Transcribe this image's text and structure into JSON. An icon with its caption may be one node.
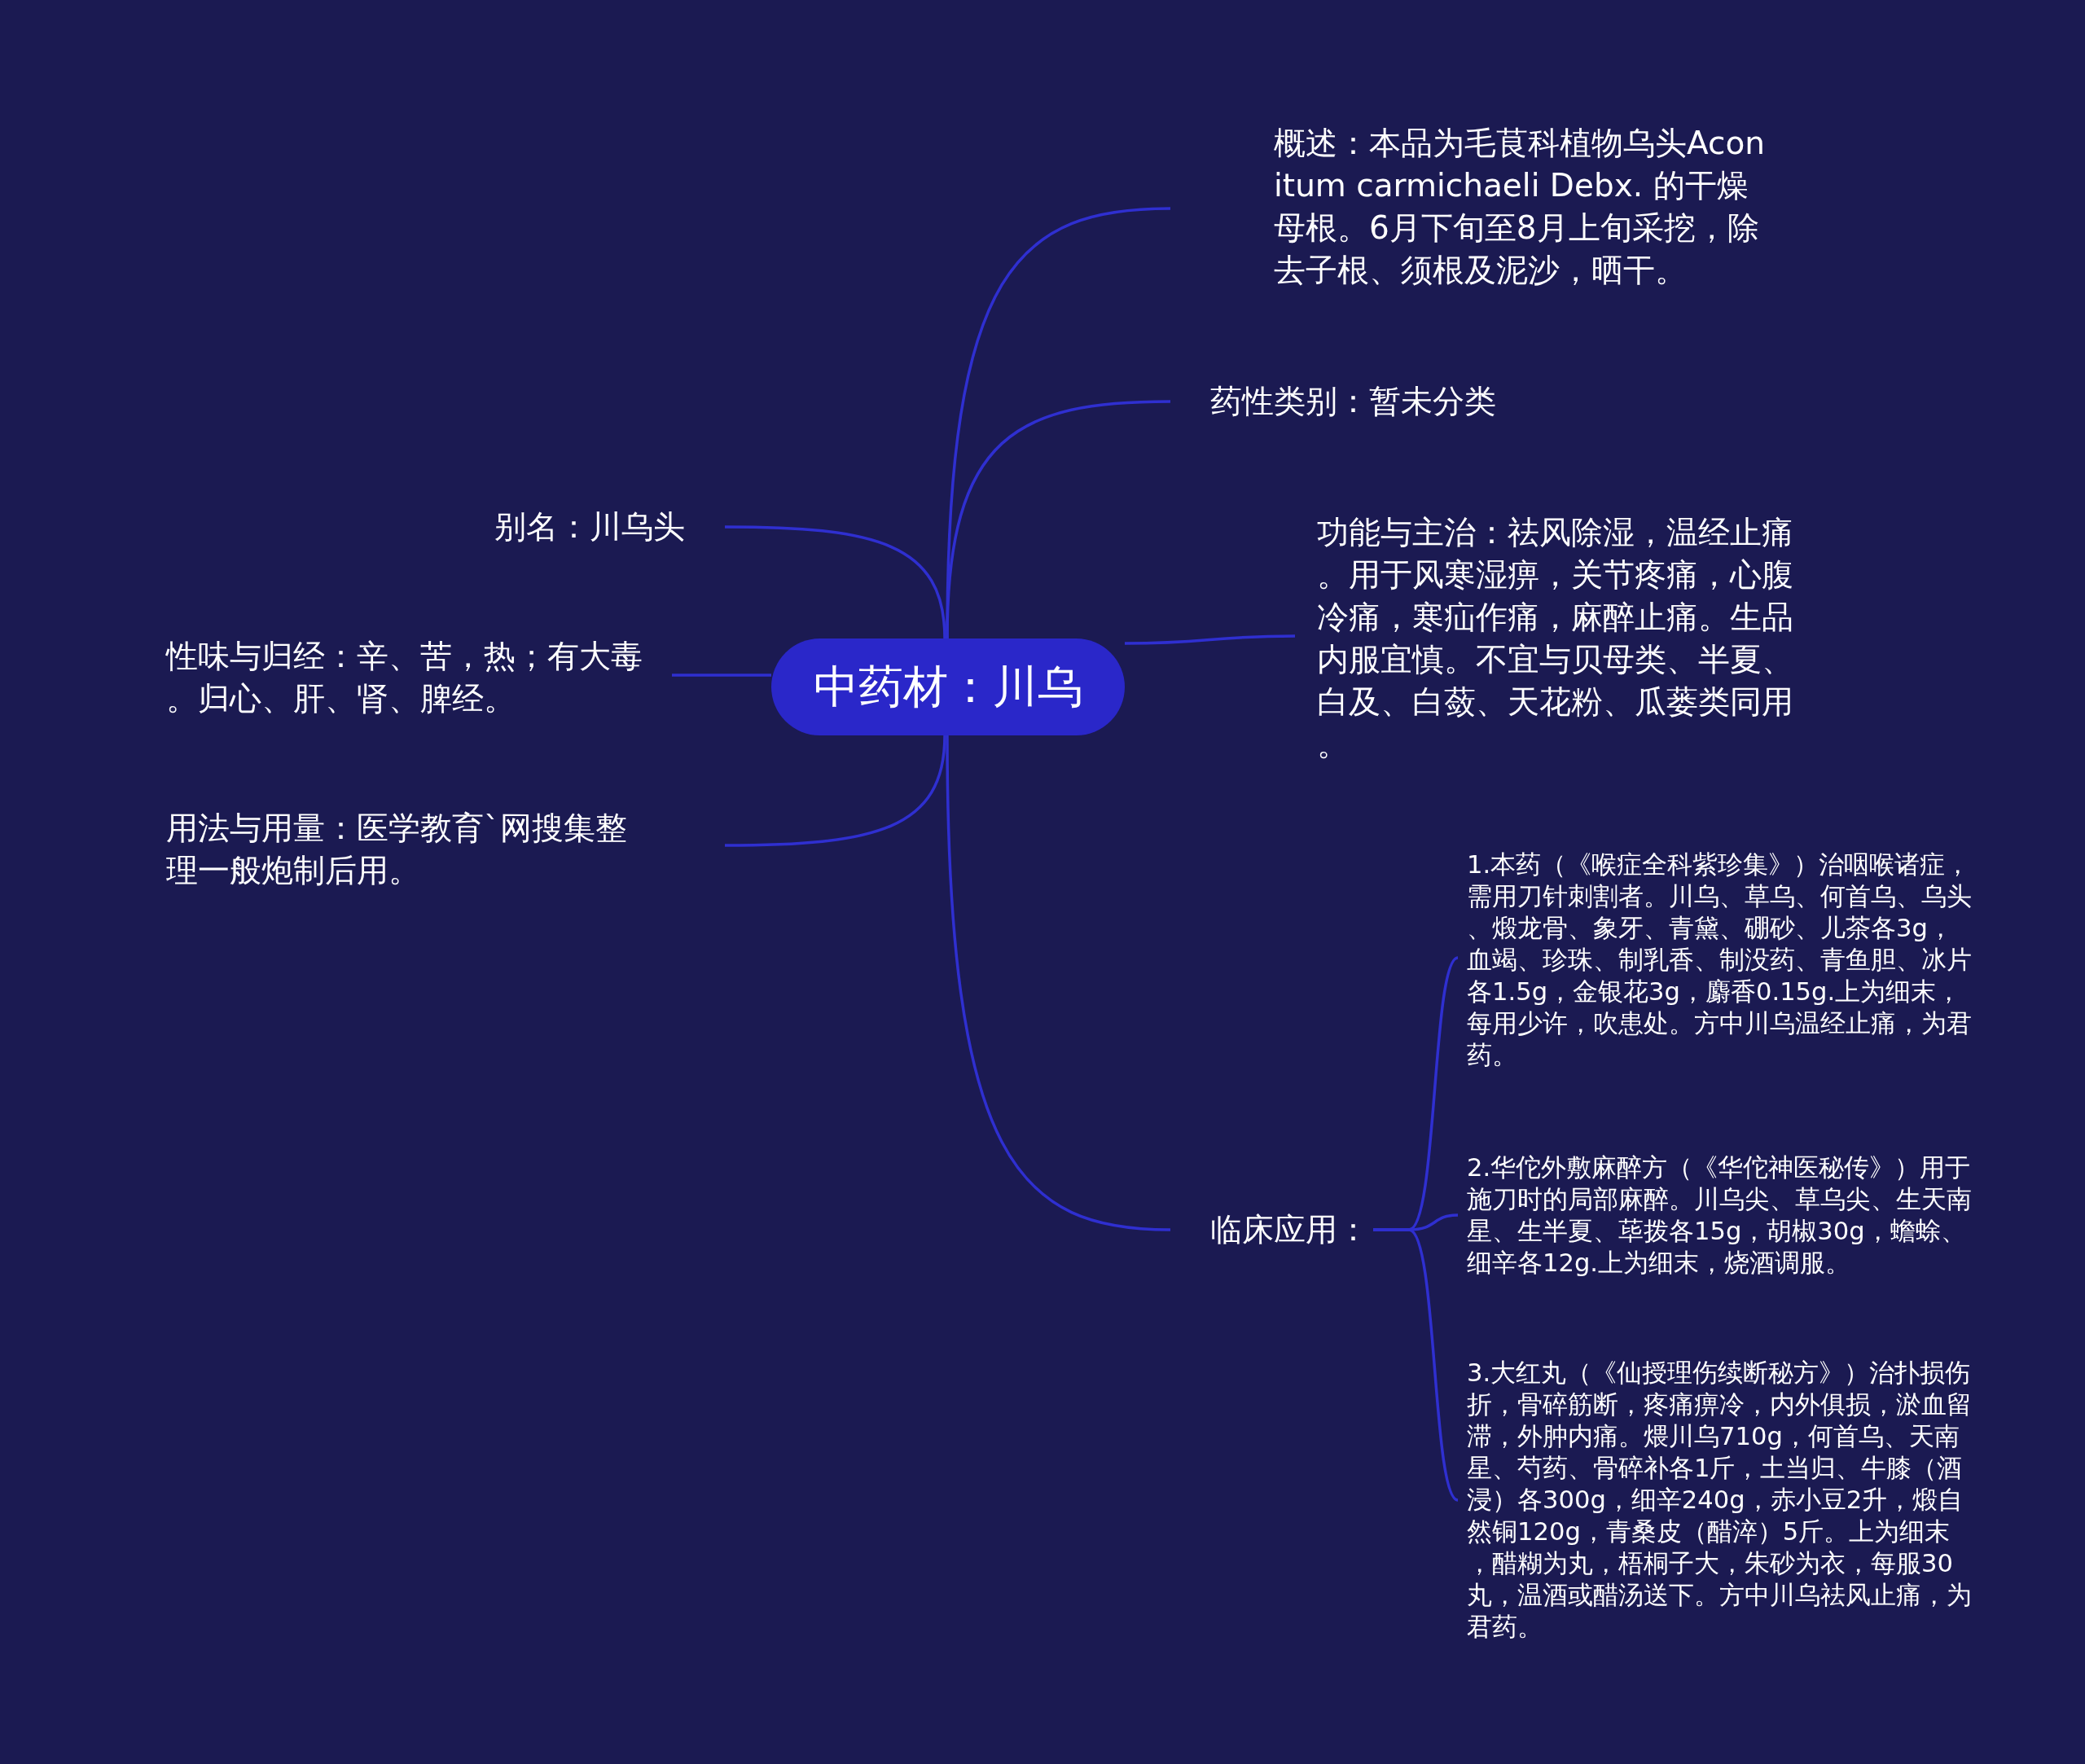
{
  "diagram": {
    "nodes": [
      {
        "text": [
          "中药材：川乌"
        ]
      },
      {
        "text": [
          "概述：本品为毛茛科植物乌头Aconitum carmichaeli Debx. 的干燥母根。6月下旬至8月上旬采挖，除去子根、须根及泥沙，晒干。"
        ]
      },
      {
        "text": [
          "药性类别：暂未分类"
        ]
      },
      {
        "text": [
          "功能与主治：祛风除湿，温经止痛。用于风寒湿痹，关节疼痛，心腹冷痛，寒疝作痛，麻醉止痛。生品内服宜慎。不宜与贝母类、半夏、白及、白蔹、天花粉、瓜蒌类同用。"
        ]
      },
      {
        "text": [
          "临床应用："
        ]
      },
      {
        "text": [
          "1.本药（《喉症全科紫珍集》）治咽喉诸症，需用刀针刺割者。川乌、草乌、何首乌、乌头、煅龙骨、象牙、青黛、硼砂、儿茶各3g，血竭、珍珠、制乳香、制没药、青鱼胆、冰片各1.5g，金银花3g，麝香0.15g.上为细末，每用少许，吹患处。方中川乌温经止痛，为君药。"
        ]
      },
      {
        "text": [
          "2.华佗外敷麻醉方（《华佗神医秘传》）用于施刀时的局部麻醉。川乌尖、草乌尖、生天南星、生半夏、荜拨各15g，胡椒30g，蟾蜍、细辛各12g.上为细末，烧酒调服。"
        ]
      },
      {
        "text": [
          "3.大红丸（《仙授理伤续断秘方》）治扑损伤折，骨碎筋断，疼痛痹冷，内外俱损，淤血留滞，外肿内痛。煨川乌710g，何首乌、天南星、芍药、骨碎补各1斤，土当归、牛膝（酒浸）各300g，细辛240g，赤小豆2升，煅自然铜120g，青桑皮（醋淬）5斤。上为细末，醋糊为丸，梧桐子大，朱砂为衣，每服30丸，温酒或醋汤送下。方中川乌祛风止痛，为君药。"
        ]
      },
      {
        "text": [
          "别名：川乌头"
        ]
      },
      {
        "text": [
          "性味与归经：辛、苦，热；有大毒。归心、肝、肾、脾经。"
        ]
      },
      {
        "text": [
          "用法与用量：医学教育`网搜集整理一般炮制后用。"
        ]
      }
    ],
    "edges": [
      {
        "from": 0,
        "to": 1,
        "arrow": "none"
      },
      {
        "from": 0,
        "to": 2,
        "arrow": "none"
      },
      {
        "from": 0,
        "to": 3,
        "arrow": "none"
      },
      {
        "from": 0,
        "to": 4,
        "arrow": "none"
      },
      {
        "from": 4,
        "to": 5,
        "arrow": "none"
      },
      {
        "from": 4,
        "to": 6,
        "arrow": "none"
      },
      {
        "from": 4,
        "to": 7,
        "arrow": "none"
      },
      {
        "from": 0,
        "to": 8,
        "arrow": "none"
      },
      {
        "from": 0,
        "to": 9,
        "arrow": "none"
      },
      {
        "from": 0,
        "to": 10,
        "arrow": "none"
      }
    ]
  }
}
